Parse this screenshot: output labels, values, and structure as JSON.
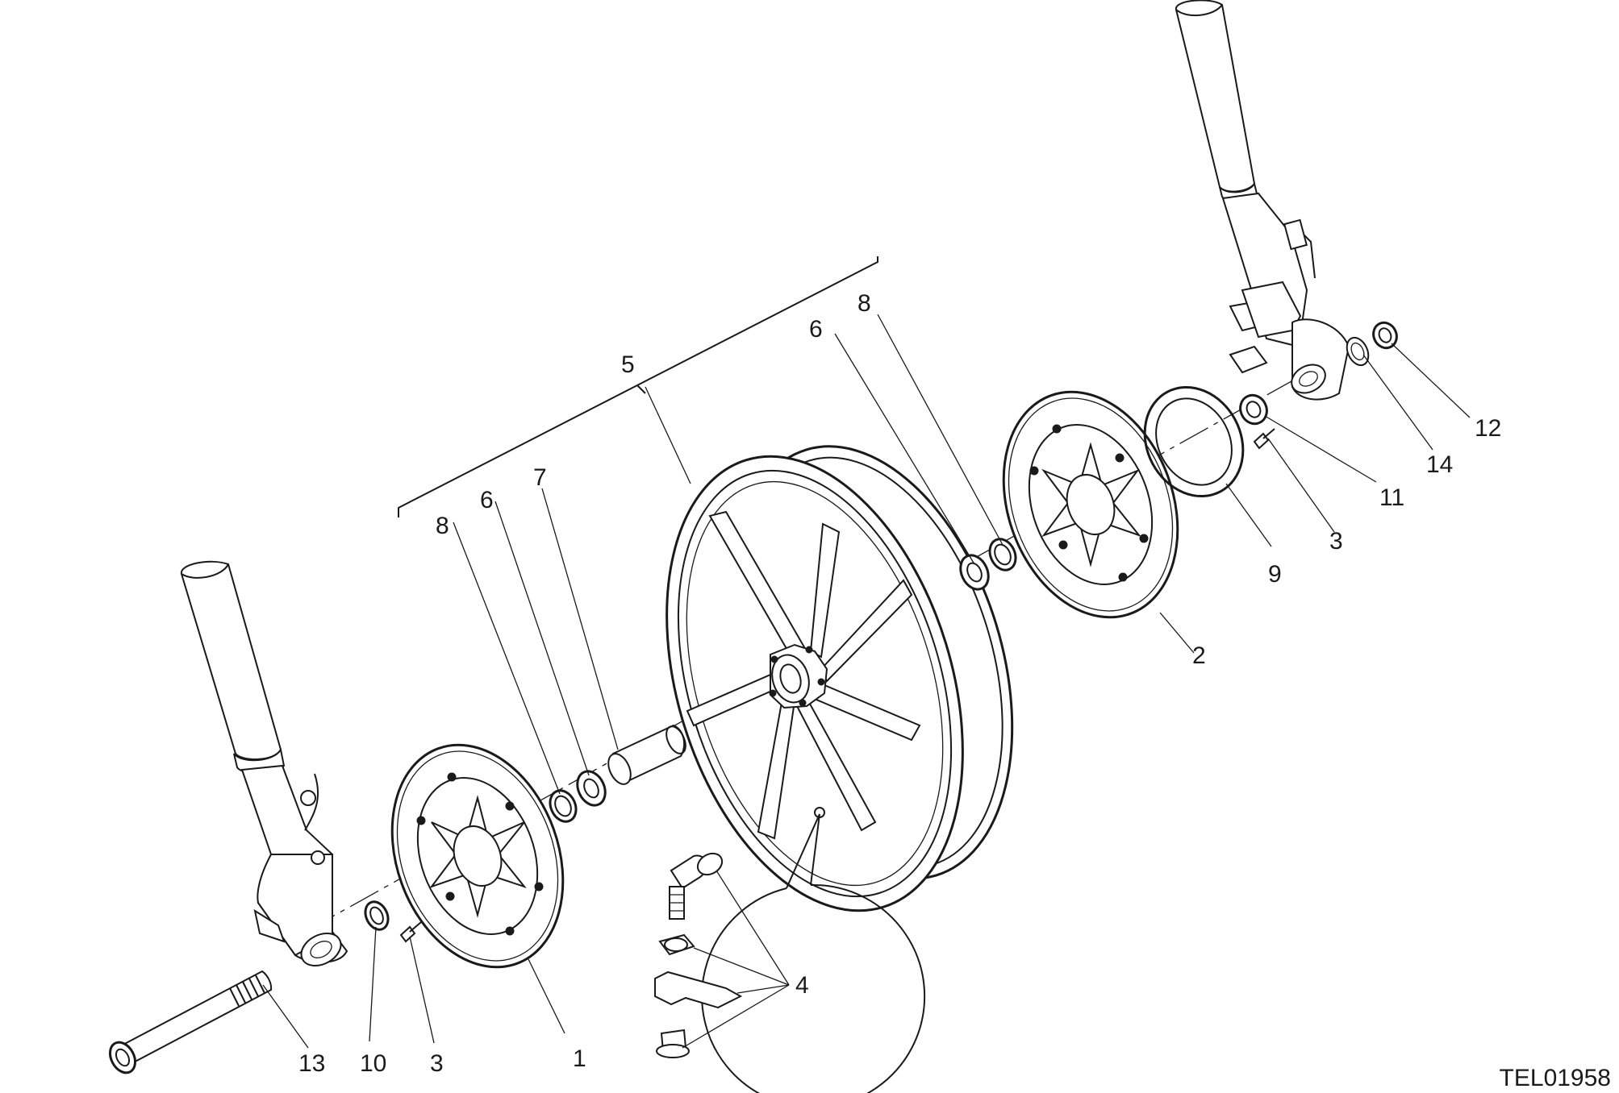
{
  "drawing": {
    "reference_code": "TEL01958"
  },
  "callouts": {
    "c1": "1",
    "c2": "2",
    "c3_left": "3",
    "c3_right": "3",
    "c4": "4",
    "c5": "5",
    "c6_left": "6",
    "c6_right": "6",
    "c7": "7",
    "c8_left": "8",
    "c8_right": "8",
    "c9": "9",
    "c10": "10",
    "c11": "11",
    "c12": "12",
    "c13": "13",
    "c14": "14"
  }
}
